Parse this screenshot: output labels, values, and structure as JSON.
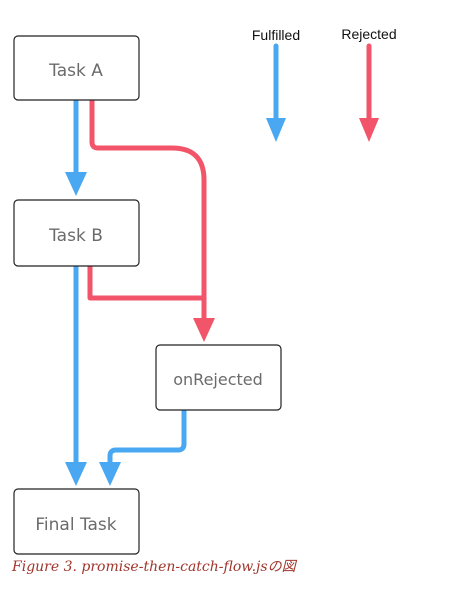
{
  "legend": {
    "fulfilled_label": "Fulfilled",
    "rejected_label": "Rejected"
  },
  "nodes": {
    "task_a": "Task A",
    "task_b": "Task B",
    "on_rejected": "onRejected",
    "final_task": "Final Task"
  },
  "caption": "Figure 3. promise-then-catch-flow.jsの図",
  "colors": {
    "fulfilled": "#4aa8f2",
    "rejected": "#f2556a",
    "node_border": "#222222",
    "node_text": "#6b6b6b",
    "caption": "#a0362d"
  }
}
